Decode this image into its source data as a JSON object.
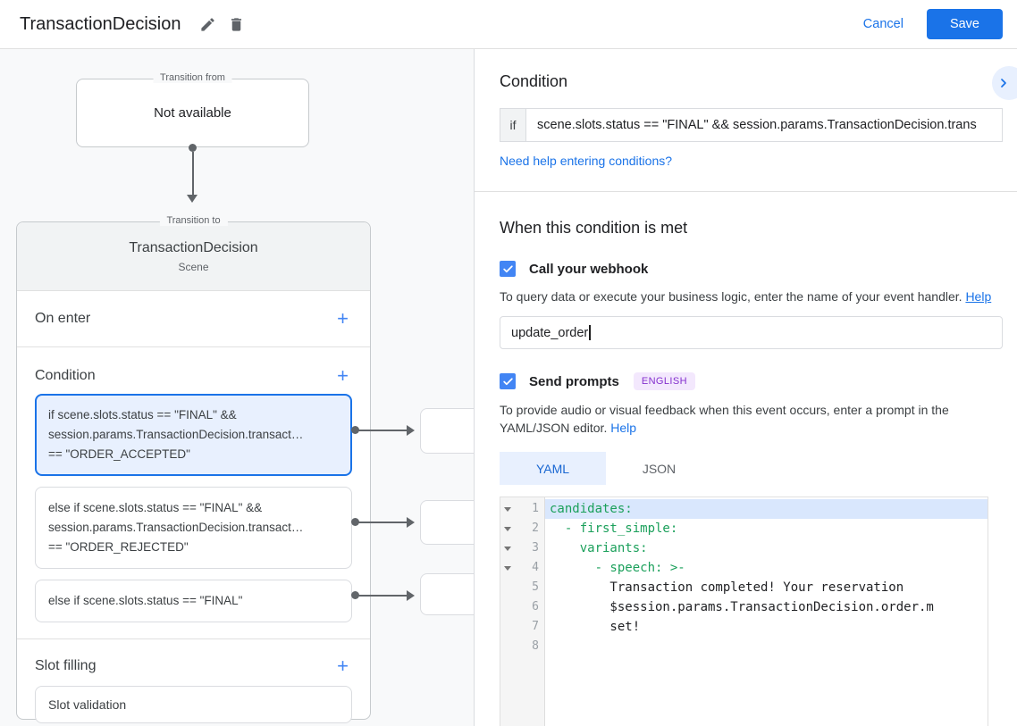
{
  "header": {
    "title": "TransactionDecision",
    "actions": {
      "cancel": "Cancel",
      "save": "Save"
    }
  },
  "icons": {
    "edit": "pencil-icon",
    "delete": "trash-icon",
    "add": "+",
    "collapse": "chevron-right-icon",
    "checked": "check-icon",
    "fold": "fold-caret-icon"
  },
  "canvas": {
    "transition_from": {
      "legend": "Transition from",
      "value": "Not available"
    },
    "transition_to": {
      "legend": "Transition to",
      "title": "TransactionDecision",
      "subtitle": "Scene",
      "on_enter": {
        "label": "On enter"
      },
      "condition": {
        "label": "Condition",
        "items": [
          {
            "text": "if scene.slots.status == \"FINAL\" &&\nsession.params.TransactionDecision.transact…\n== \"ORDER_ACCEPTED\"",
            "selected": true
          },
          {
            "text": "else if scene.slots.status == \"FINAL\" &&\nsession.params.TransactionDecision.transact…\n== \"ORDER_REJECTED\"",
            "selected": false
          },
          {
            "text": "else if scene.slots.status == \"FINAL\"",
            "selected": false
          }
        ]
      },
      "slot_filling": {
        "label": "Slot filling",
        "items": [
          {
            "text": "Slot validation"
          }
        ]
      }
    }
  },
  "inspector": {
    "condition": {
      "heading": "Condition",
      "if_label": "if",
      "if_value": "scene.slots.status == \"FINAL\" && session.params.TransactionDecision.trans",
      "help_link": "Need help entering conditions?"
    },
    "when_met": {
      "heading": "When this condition is met",
      "webhook": {
        "label": "Call your webhook",
        "checked": true,
        "description": "To query data or execute your business logic, enter the name of your event handler.",
        "help_link": "Help",
        "value": "update_order"
      },
      "prompts": {
        "label": "Send prompts",
        "checked": true,
        "language_badge": "ENGLISH",
        "description": "To provide audio or visual feedback when this event occurs, enter a prompt in the YAML/JSON editor.",
        "help_link": "Help",
        "tabs": [
          {
            "label": "YAML",
            "active": true
          },
          {
            "label": "JSON",
            "active": false
          }
        ],
        "editor": {
          "language": "YAML",
          "lines": [
            {
              "num": "1",
              "text": "candidates:",
              "token": "key",
              "foldable": true,
              "highlighted": true
            },
            {
              "num": "2",
              "text": "  - first_simple:",
              "token": "key",
              "foldable": true
            },
            {
              "num": "3",
              "text": "    variants:",
              "token": "key",
              "foldable": true
            },
            {
              "num": "4",
              "text": "      - speech: >-",
              "token": "key",
              "foldable": true
            },
            {
              "num": "5",
              "text": "        Transaction completed! Your reservation",
              "token": "plain"
            },
            {
              "num": "6",
              "text": "        $session.params.TransactionDecision.order.m",
              "token": "plain"
            },
            {
              "num": "7",
              "text": "        set!",
              "token": "plain"
            },
            {
              "num": "8",
              "text": "",
              "token": "plain"
            }
          ]
        }
      }
    }
  },
  "colors": {
    "accent_blue": "#1a73e8",
    "control_blue": "#4285f4",
    "selection_bg": "#e8f0fe",
    "badge_bg": "#f3e8fd",
    "badge_text": "#8430ce",
    "yaml_key_green": "#1ba05b",
    "editor_active_line": "#d9e7fd",
    "canvas_bg": "#f8f9fa"
  }
}
